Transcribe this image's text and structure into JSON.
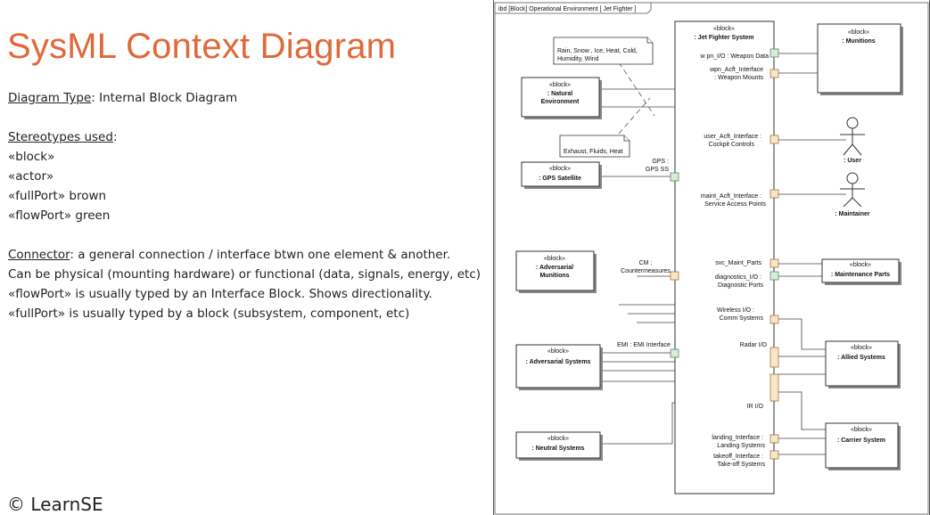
{
  "title": "SysML Context Diagram",
  "diagram_type": {
    "label": "Diagram Type",
    "value": ": Internal Block Diagram"
  },
  "stereotypes": {
    "label": "Stereotypes used",
    "suffix": ":",
    "items": [
      "«block»",
      "«actor»",
      "«fullPort» brown",
      "«flowPort» green"
    ]
  },
  "connector": {
    "label": "Connector",
    "text": ": a general connection / interface btwn one element & another.",
    "lines": [
      "Can be physical (mounting hardware) or functional (data, signals, energy, etc)",
      "«flowPort» is usually typed by an Interface Block. Shows directionality.",
      "«fullPort»  is usually typed by a block (subsystem, component, etc)"
    ]
  },
  "copyright": "© LearnSE",
  "diagram": {
    "header": "ibd  [Block]  Operational Environment [ Jet Fighter ]",
    "stereotype_block": "«block»",
    "main_block": ": Jet Fighter System",
    "blocks": {
      "munitions": ": Munitions",
      "natural": [
        ": Natural",
        "Environment"
      ],
      "gps": ": GPS Satellite",
      "adv_munitions": [
        ": Adversarial",
        "Munitions"
      ],
      "adv_systems": ": Adversarial Systems",
      "neutral": ": Neutral Systems",
      "maint_parts": ": Maintenance Parts",
      "allied": ": Allied Systems",
      "carrier": ": Carrier System"
    },
    "actors": {
      "user": ": User",
      "maintainer": ": Maintainer"
    },
    "notes": {
      "weather": [
        "Rain, Snow , Ice, Heat, Cold,",
        "Humidity, Wind"
      ],
      "exhaust": "Exhaust, Fluids, Heat"
    },
    "ports": {
      "weapon_data": "w pn_I/O : Weapon Data",
      "weapon_mounts": [
        "wpn_Acft_Interface",
        ": Weapon Mounts"
      ],
      "cockpit": [
        "user_Acft_Interface :",
        "Cockpit Controls"
      ],
      "service": [
        "maint_Acft_Interface :",
        "Service Access Points"
      ],
      "gps": [
        "GPS :",
        "GPS SS"
      ],
      "cm": [
        "CM :",
        "Countermeasures"
      ],
      "svc_parts": "svc_Maint_Parts",
      "diagnostics": [
        "diagnostics_I/O :",
        "Diagnostic Ports"
      ],
      "wireless": [
        "Wireless I/O :",
        "Comm Systems"
      ],
      "emi": "EMI : EMI Interface",
      "radar": "Radar I/O",
      "ir": "IR I/O",
      "landing": [
        "landing_Interface :",
        "Landing Systems"
      ],
      "takeoff": [
        "takeoff_Interface :",
        "Take-off Systems"
      ]
    }
  }
}
